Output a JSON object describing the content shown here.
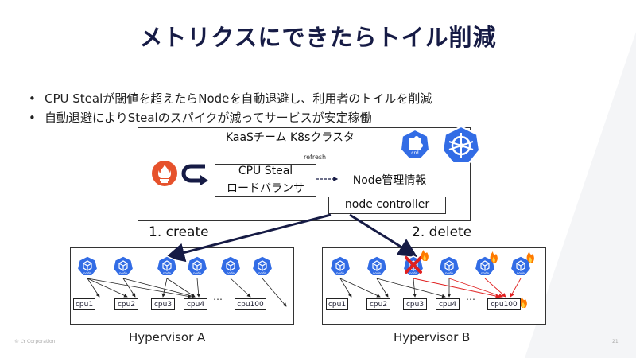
{
  "title": "メトリクスにできたらトイル削減",
  "bullets": [
    "CPU Stealが閾値を超えたらNodeを自動退避し、利用者のトイルを削減",
    "自動退避によりStealのスパイクが減ってサービスが安定稼働"
  ],
  "cluster": {
    "label": "KaaSチーム K8sクラスタ",
    "crd_label": "crd",
    "refresh_label": "refresh",
    "lb_line1": "CPU Steal",
    "lb_line2": "ロードバランサ",
    "node_info": "Node管理情報",
    "controller": "node controller"
  },
  "steps": {
    "create": "1. create",
    "delete": "2. delete"
  },
  "hypervisors": {
    "a": {
      "label": "Hypervisor A",
      "cpus": [
        "cpu1",
        "cpu2",
        "cpu3",
        "cpu4",
        "cpu100"
      ]
    },
    "b": {
      "label": "Hypervisor B",
      "cpus": [
        "cpu1",
        "cpu2",
        "cpu3",
        "cpu4",
        "cpu100"
      ]
    }
  },
  "node_label": "node",
  "ellipsis": "…",
  "footer": {
    "copyright": "© LY Corporation",
    "page": "21"
  },
  "colors": {
    "k8s_blue": "#326ce5",
    "prometheus_red": "#e6522c",
    "dark_navy": "#161b45",
    "warn_red": "#e02020",
    "fire": "#ff7a00"
  },
  "icons": [
    "prometheus-icon",
    "refresh-arrow-icon",
    "crd-icon",
    "kubernetes-icon",
    "node-icon",
    "fire-icon",
    "cross-icon"
  ]
}
